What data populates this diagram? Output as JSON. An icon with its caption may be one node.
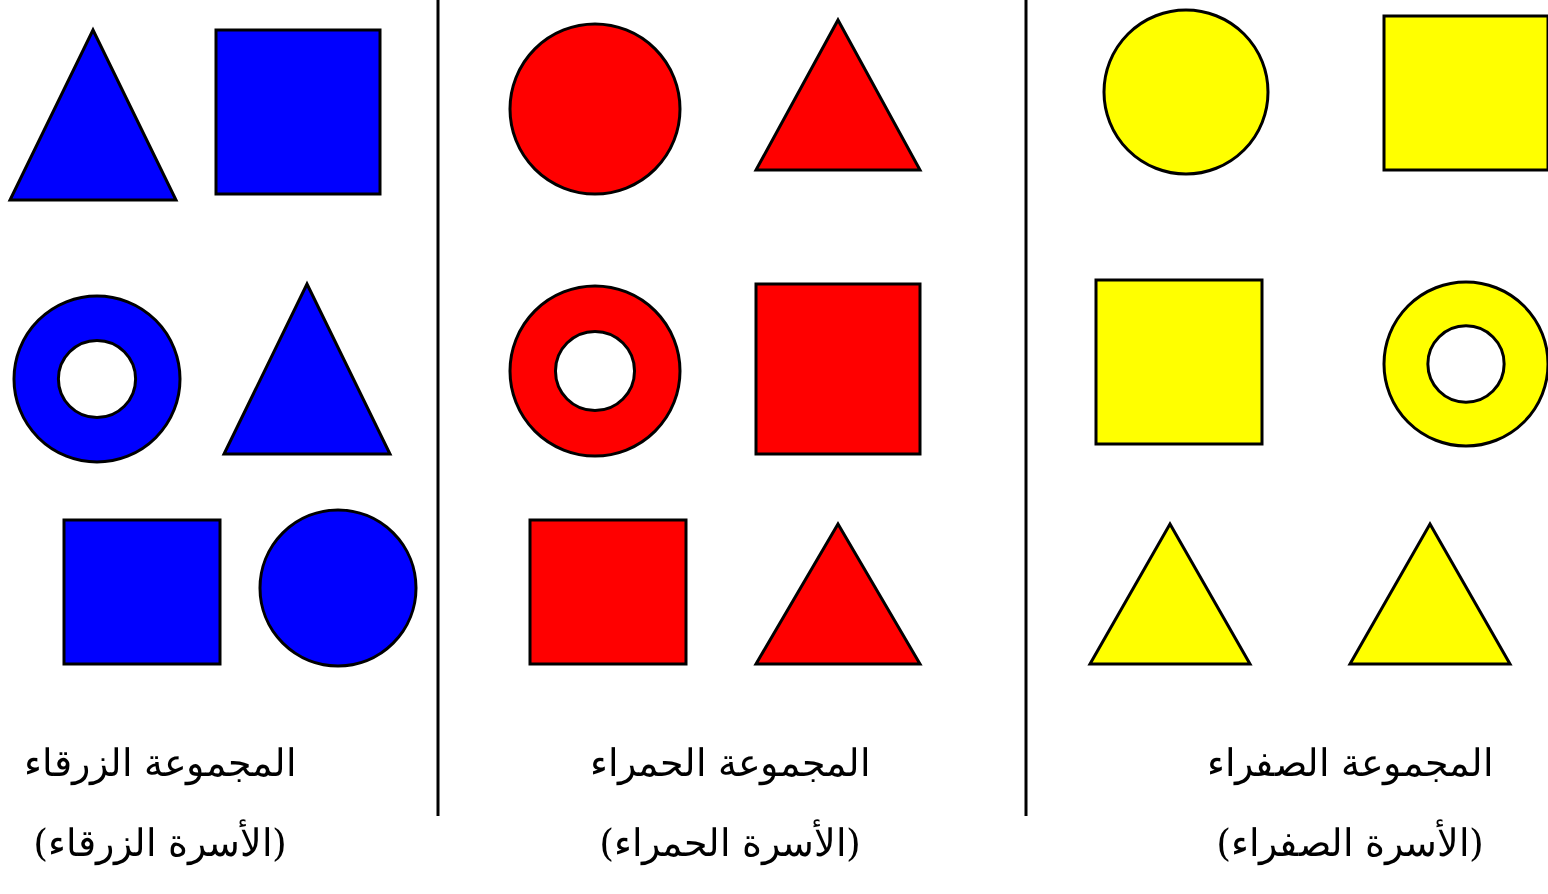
{
  "diagram": {
    "labels": [
      "المجموعة الزرقاء",
      "(الأسرة الزرقاء)",
      "المجموعة الحمراء",
      "(الأسرة الحمراء)",
      "المجموعة الصفراء",
      "(الأسرة الصفراء)"
    ]
  }
}
